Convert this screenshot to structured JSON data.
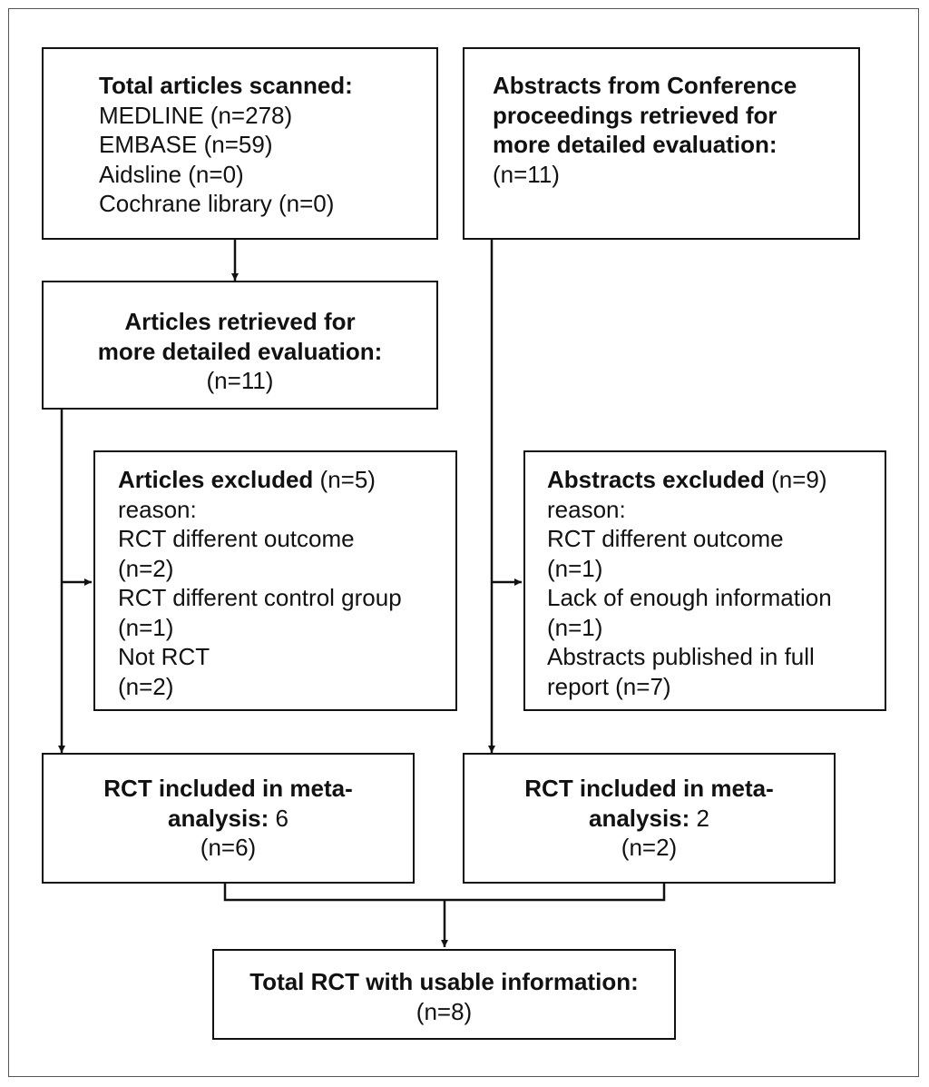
{
  "boxes": {
    "total_articles": {
      "title": "Total articles scanned:",
      "lines": [
        "MEDLINE (n=278)",
        "EMBASE (n=59)",
        "Aidsline (n=0)",
        "Cochrane library (n=0)"
      ]
    },
    "conference_abstracts": {
      "title_lines": [
        "Abstracts from Conference",
        "proceedings retrieved for",
        "more detailed evaluation:"
      ],
      "count": "(n=11)"
    },
    "articles_retrieved": {
      "title_lines": [
        "Articles retrieved for",
        "more detailed evaluation:"
      ],
      "count": "(n=11)"
    },
    "articles_excluded": {
      "title": "Articles excluded",
      "title_count": " (n=5)",
      "lines": [
        "reason:",
        "RCT different outcome",
        "(n=2)",
        "RCT different control group",
        "(n=1)",
        "Not RCT",
        "(n=2)"
      ]
    },
    "abstracts_excluded": {
      "title": "Abstracts excluded",
      "title_count": " (n=9)",
      "lines": [
        "reason:",
        "RCT different outcome",
        "(n=1)",
        "Lack of enough information",
        "(n=1)",
        "Abstracts published in full",
        "report (n=7)"
      ]
    },
    "rct_left": {
      "title_line1": "RCT included in meta-",
      "title_line2": "analysis:",
      "value": " 6",
      "count": "(n=6)"
    },
    "rct_right": {
      "title_line1": "RCT included in meta-",
      "title_line2": "analysis:",
      "value": " 2",
      "count": "(n=2)"
    },
    "total_rct": {
      "title": "Total RCT with usable information:",
      "count": "(n=8)"
    }
  }
}
